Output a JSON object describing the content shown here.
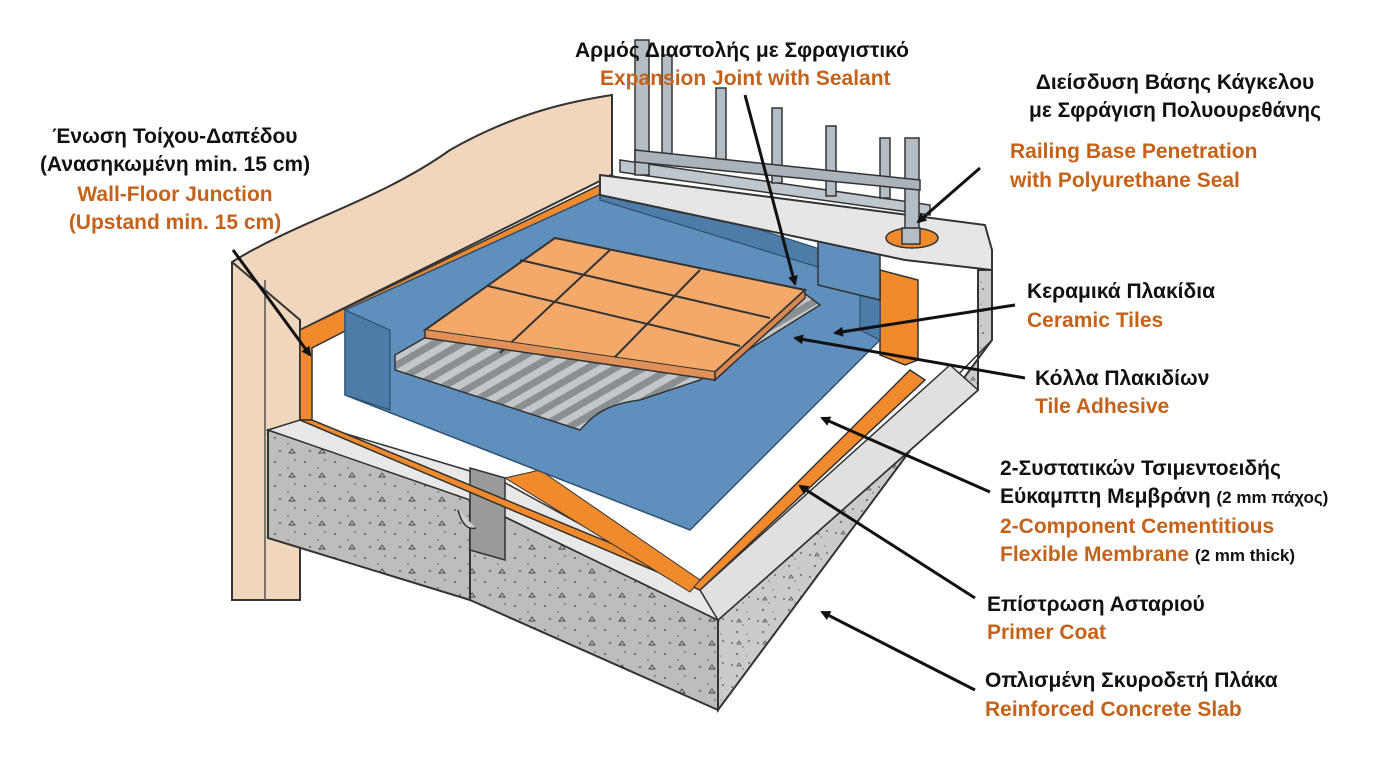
{
  "colors": {
    "membrane_orange": "#f08a2c",
    "membrane_blue": "#5f8fbd",
    "tile": "#f4a86a",
    "concrete": "#c9c9c9",
    "wall": "#f0d6bd",
    "label_greek": "#111111",
    "label_english": "#c5621a"
  },
  "labels": {
    "expansion_joint": {
      "greek": "Αρμός Διαστολής με Σφραγιστικό",
      "english": "Expansion Joint with Sealant"
    },
    "railing": {
      "greek_line1": "Διείσδυση Βάσης Κάγκελου",
      "greek_line2": "με Σφράγιση Πολυουρεθάνης",
      "english_line1": "Railing Base Penetration",
      "english_line2": "with Polyurethane Seal"
    },
    "wall_floor": {
      "greek_line1": "Ένωση Τοίχου-Δαπέδου",
      "greek_line2": "(Ανασηκωμένη min. 15 cm)",
      "english_line1": "Wall-Floor Junction",
      "english_line2": "(Upstand min. 15 cm)"
    },
    "tiles": {
      "greek": "Κεραμικά Πλακίδια",
      "english": "Ceramic Tiles"
    },
    "adhesive": {
      "greek": "Κόλλα Πλακιδίων",
      "english": "Tile Adhesive"
    },
    "membrane": {
      "greek_line1": "2-Συστατικών Τσιμεντοειδής",
      "greek_line2_main": "Εύκαμπτη Μεμβράνη",
      "greek_line2_small": "(2 mm πάχος)",
      "english_line1": "2-Component Cementitious",
      "english_line2_main": "Flexible Membrane",
      "english_line2_small": "(2 mm thick)"
    },
    "primer": {
      "greek": "Επίστρωση Ασταριού",
      "english": "Primer Coat"
    },
    "slab": {
      "greek": "Οπλισμένη Σκυροδετή Πλάκα",
      "english": "Reinforced Concrete Slab"
    }
  }
}
